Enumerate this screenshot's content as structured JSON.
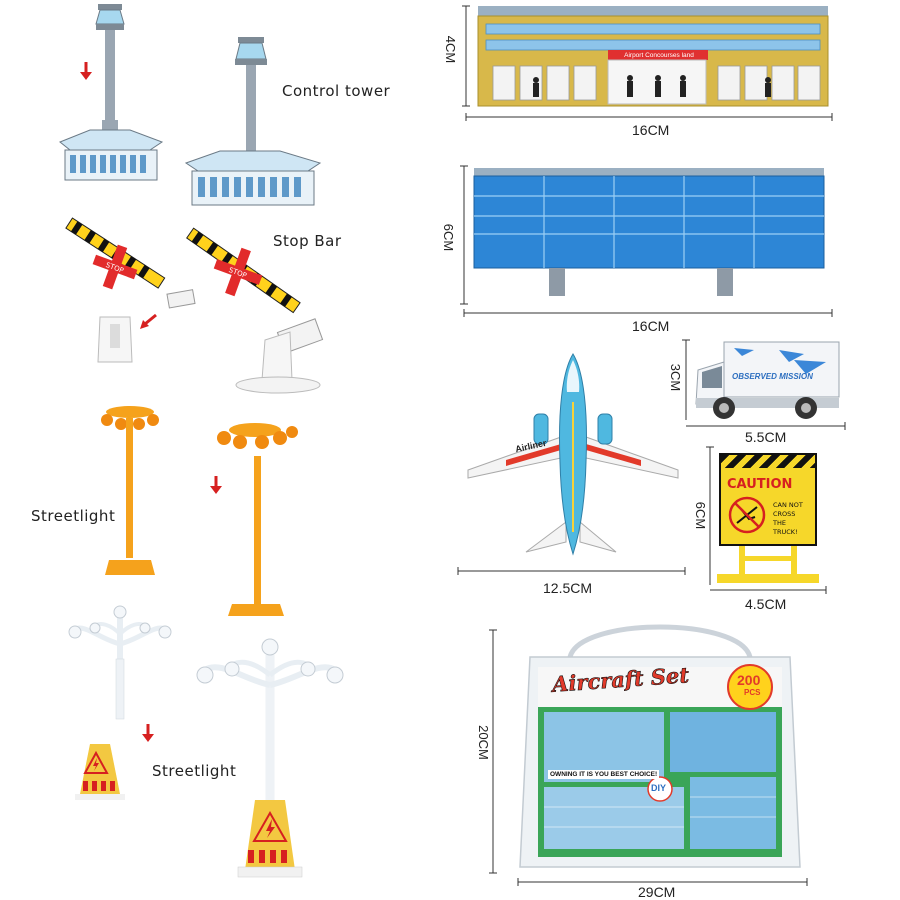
{
  "labels": {
    "control_tower": "Control tower",
    "stop_bar": "Stop Bar",
    "streetlight_1": "Streetlight",
    "streetlight_2": "Streetlight"
  },
  "terminal": {
    "sign": "Airport Concourses   land",
    "width": "16CM",
    "height": "4CM"
  },
  "blue_building": {
    "width": "16CM",
    "height": "6CM"
  },
  "airplane": {
    "width": "12.5CM",
    "fuselage_text": "Airliner"
  },
  "truck": {
    "width": "5.5CM",
    "height": "3CM",
    "side_text": "OBSERVED MISSION"
  },
  "caution_sign": {
    "title": "CAUTION",
    "line1": "CAN NOT",
    "line2": "CROSS",
    "line3": "THE",
    "line4": "TRUCK!",
    "width": "4.5CM",
    "height": "6CM"
  },
  "bag": {
    "title": "Aircraft Set",
    "pcs": "200",
    "pcs_unit": "PCS",
    "diy": "DIY",
    "slogan": "OWNING IT IS YOU BEST CHOICE!",
    "width": "29CM",
    "height": "20CM"
  },
  "colors": {
    "arrow_red": "#d62020",
    "tower_grey": "#8e9aa6",
    "building_yellow": "#d8b84a",
    "blue_panel": "#2d86d6",
    "orange_light": "#f5a21c",
    "caution_yellow": "#f6d72a",
    "plane_blue": "#4fb8e0"
  },
  "icons": [
    "down-arrow-icon",
    "diagonal-arrow-icon",
    "electric-warning-icon"
  ]
}
